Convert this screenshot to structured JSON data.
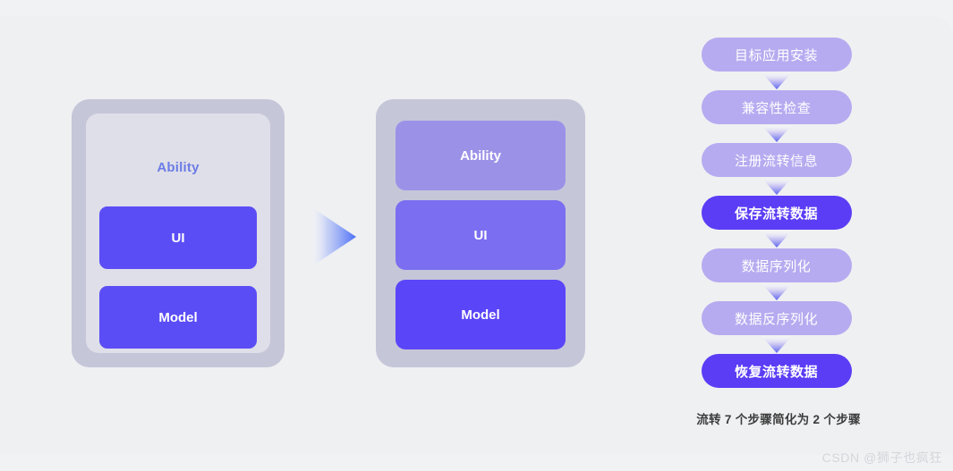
{
  "left_card": {
    "name": "before-state-card",
    "ability_label": "Ability",
    "blocks": [
      {
        "label": "UI",
        "color": "#5b4df5"
      },
      {
        "label": "Model",
        "color": "#5b4df5"
      }
    ]
  },
  "arrow": {
    "name": "transition-arrow",
    "direction": "right",
    "gradient_from": "#ffffff",
    "gradient_to": "#4a6ef5"
  },
  "right_card": {
    "name": "after-state-card",
    "blocks": [
      {
        "label": "Ability",
        "color": "#9b92e8"
      },
      {
        "label": "UI",
        "color": "#7b6ef0"
      },
      {
        "label": "Model",
        "color": "#5b45f8"
      }
    ]
  },
  "flow": {
    "dim_color": "#b6abf0",
    "active_color": "#5b3df5",
    "steps": [
      {
        "label": "目标应用安装",
        "active": false
      },
      {
        "label": "兼容性检查",
        "active": false
      },
      {
        "label": "注册流转信息",
        "active": false
      },
      {
        "label": "保存流转数据",
        "active": true
      },
      {
        "label": "数据序列化",
        "active": false
      },
      {
        "label": "数据反序列化",
        "active": false
      },
      {
        "label": "恢复流转数据",
        "active": true
      }
    ],
    "caption": "流转 7 个步骤简化为 2 个步骤"
  },
  "watermark": {
    "text": "CSDN @狮子也疯狂"
  },
  "background": {
    "page_color": "#f1f2f4",
    "plate_color": "#eff0f2"
  }
}
